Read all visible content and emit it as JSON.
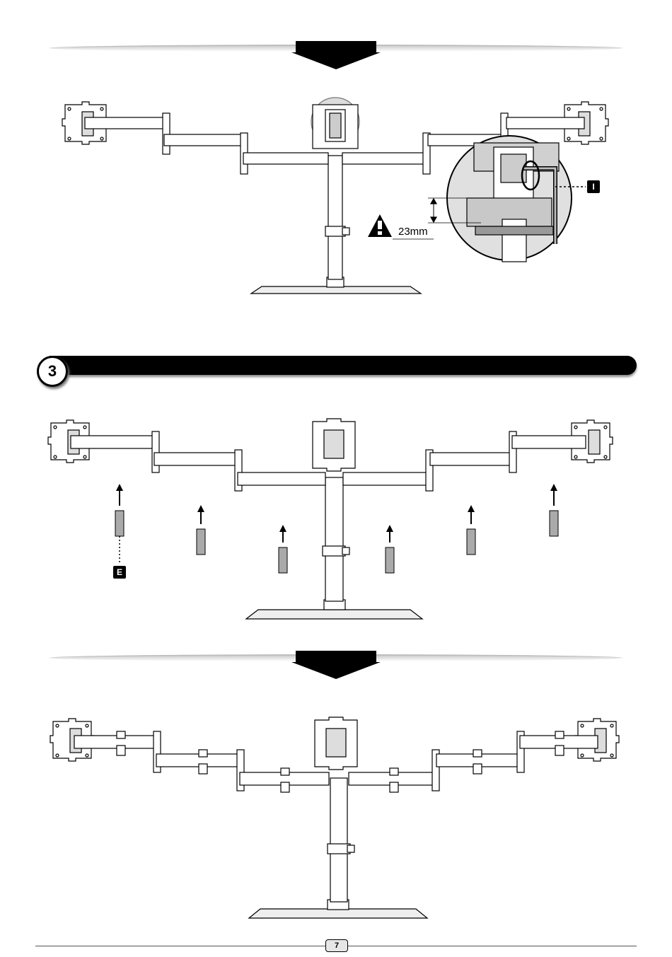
{
  "step": {
    "number": "3"
  },
  "callouts": {
    "tool_label": "I",
    "part_label": "E",
    "height_value": "23mm"
  },
  "icons": {
    "warning": "warning-triangle-icon",
    "arrow": "down-arrow-icon",
    "rotate": "rotate-arrow-icon"
  },
  "footer": {
    "page_number": "7"
  }
}
